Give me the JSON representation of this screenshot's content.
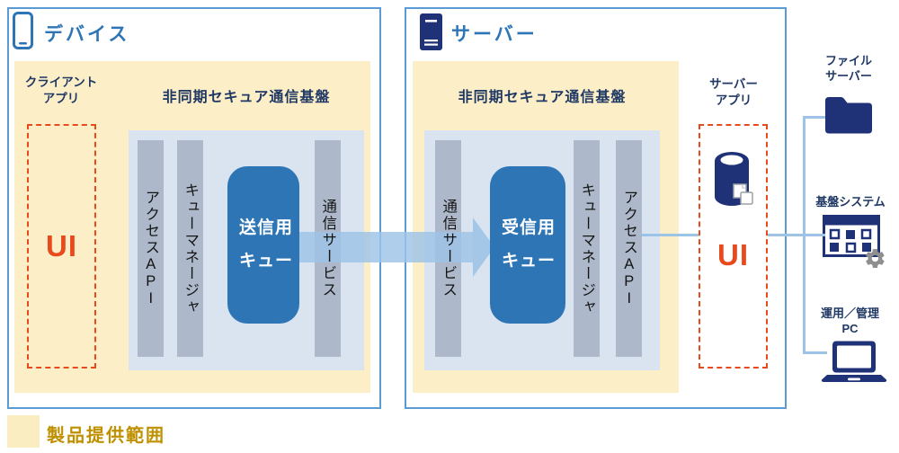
{
  "device": {
    "title": "デバイス",
    "app_label": "クライアント\nアプリ",
    "ui_label": "UI",
    "platform_title": "非同期セキュア通信基盤",
    "access_api_jp": "アクセス",
    "access_api_latin": "API",
    "queue_manager": "キューマネージャ",
    "comm_service": "通信サービス",
    "queue_label": "送信用\nキュー"
  },
  "server": {
    "title": "サーバー",
    "app_label": "サーバー\nアプリ",
    "ui_label": "UI",
    "platform_title": "非同期セキュア通信基盤",
    "access_api_jp": "アクセス",
    "access_api_latin": "API",
    "queue_manager": "キューマネージャ",
    "comm_service": "通信サービス",
    "queue_label": "受信用\nキュー"
  },
  "external": {
    "file_server_label": "ファイル\nサーバー",
    "base_system_label": "基盤システム",
    "admin_pc_label": "運用／管理\nPC"
  },
  "legend": {
    "label": "製品提供範囲"
  },
  "colors": {
    "box_border": "#5B9BD5",
    "title_blue": "#2E75B6",
    "navy_text": "#1F3864",
    "cream": "#FCEFC8",
    "inner_blue": "#DAE4F1",
    "bar_gray": "#ADB9CA",
    "queue_blue": "#2E75B6",
    "ui_red": "#E8491D",
    "arrow_blue": "#9DC3E6",
    "icon_navy": "#1F3278",
    "legend_gold": "#BF9000"
  }
}
